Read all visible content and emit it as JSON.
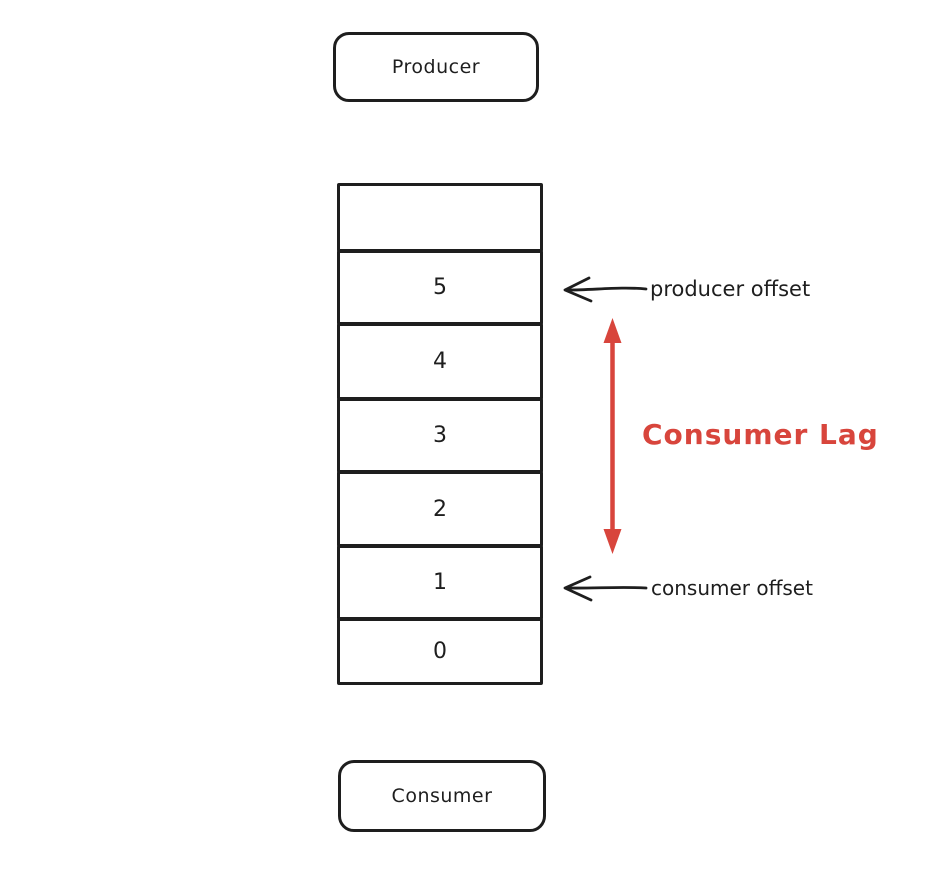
{
  "diagram": {
    "producer_label": "Producer",
    "consumer_label": "Consumer",
    "queue_cells": [
      "",
      "5",
      "4",
      "3",
      "2",
      "1",
      "0"
    ],
    "producer_offset_label": "producer offset",
    "consumer_offset_label": "consumer offset",
    "lag_label": "Consumer Lag",
    "colors": {
      "stroke": "#1e1e1e",
      "accent_red": "#d8453c",
      "background": "#ffffff"
    }
  }
}
